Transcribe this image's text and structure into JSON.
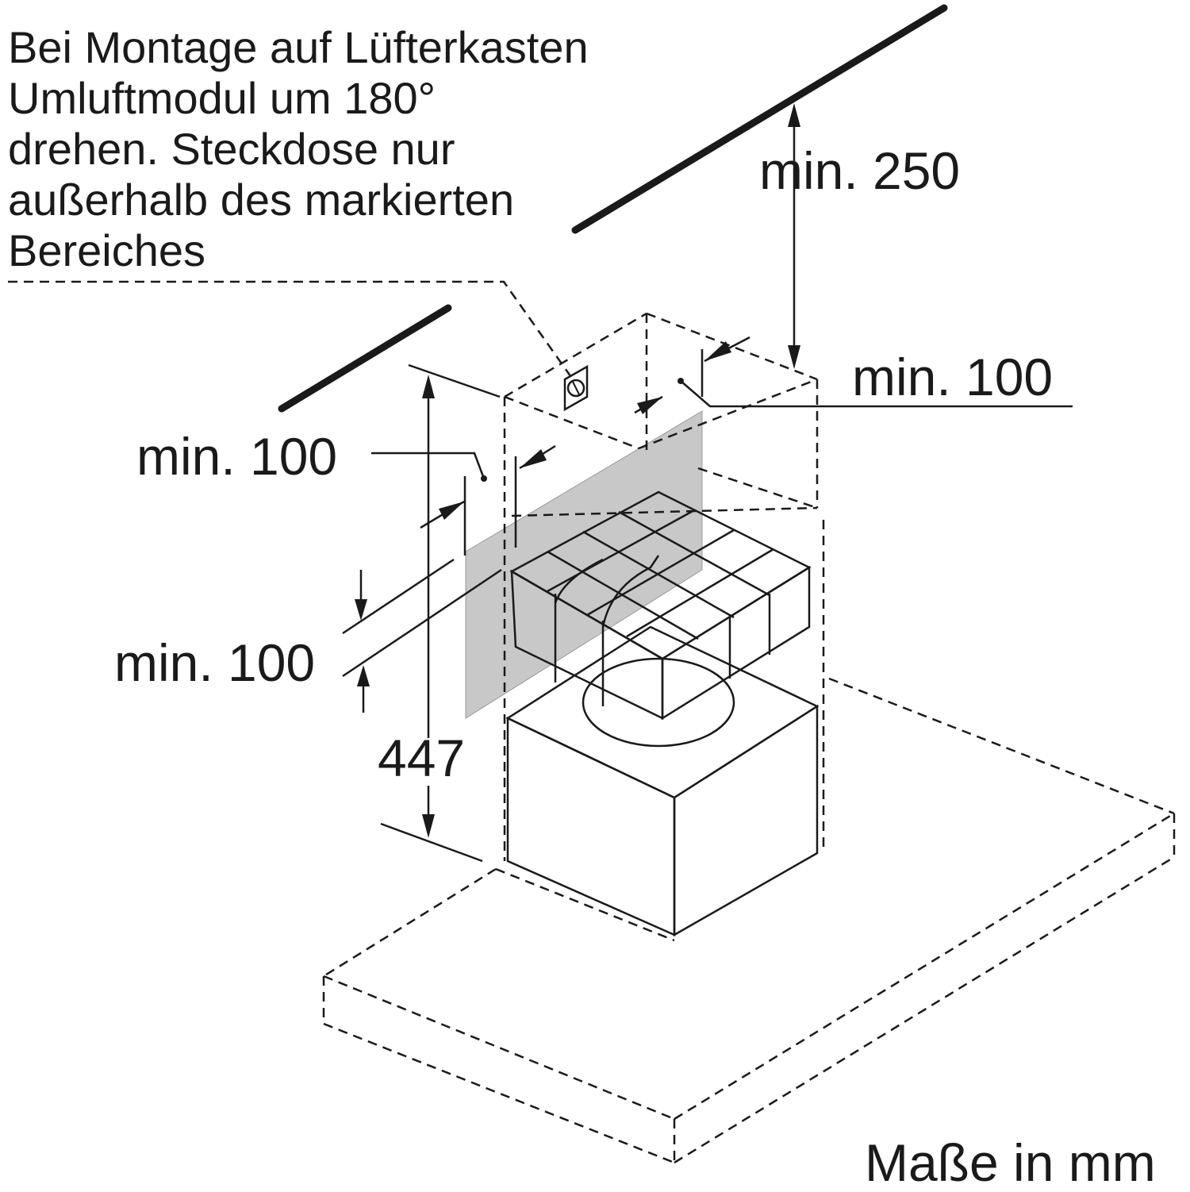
{
  "note": {
    "lines": [
      "Bei Montage auf Lüfterkasten",
      "Umluftmodul um 180°",
      "drehen. Steckdose nur",
      "außerhalb des markierten",
      "Bereiches"
    ]
  },
  "dimensions": {
    "top_clearance": "min. 250",
    "right_clearance": "min. 100",
    "left_clearance": "min. 100",
    "lower_clearance": "min. 100",
    "height": "447"
  },
  "units_caption": "Maße in mm",
  "icons": {
    "socket": "power-socket-icon",
    "filter": "filter-module-icon"
  },
  "colors": {
    "line": "#1a1a1a",
    "marked_area": "#c8c8c8"
  }
}
